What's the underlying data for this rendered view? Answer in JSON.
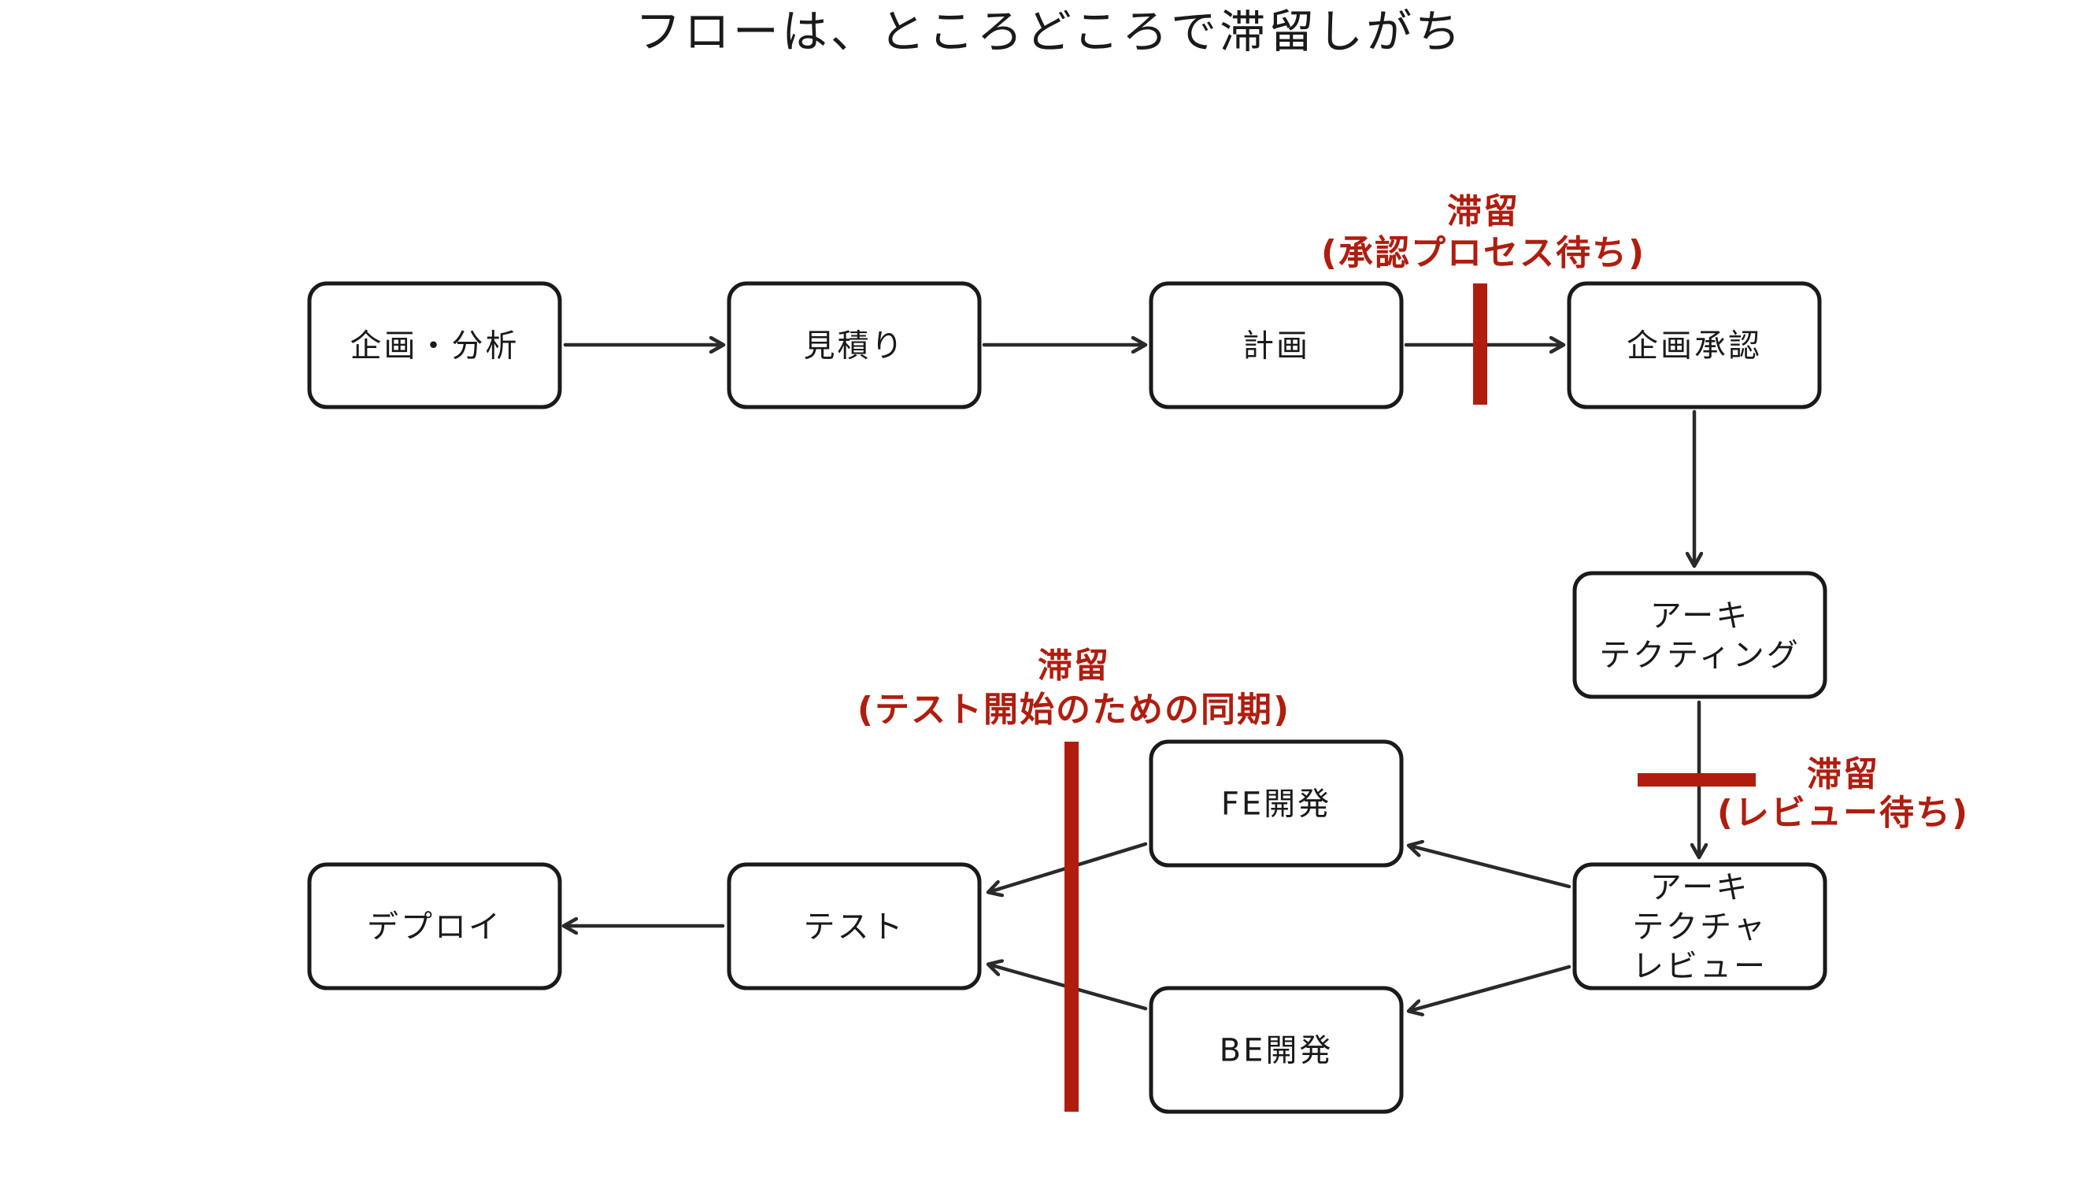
{
  "title": "フローは、ところどころで滞留しがち",
  "nodes": [
    {
      "id": "plan-analysis",
      "lines": [
        "企画・分析"
      ]
    },
    {
      "id": "estimate",
      "lines": [
        "見積り"
      ]
    },
    {
      "id": "planning",
      "lines": [
        "計画"
      ]
    },
    {
      "id": "plan-approval",
      "lines": [
        "企画承認"
      ]
    },
    {
      "id": "architecting",
      "lines": [
        "アーキ",
        "テクティング"
      ]
    },
    {
      "id": "architecture-review",
      "lines": [
        "アーキ",
        "テクチャ",
        "レビュー"
      ]
    },
    {
      "id": "fe-dev",
      "lines": [
        "FE開発"
      ]
    },
    {
      "id": "be-dev",
      "lines": [
        "BE開発"
      ]
    },
    {
      "id": "test",
      "lines": [
        "テスト"
      ]
    },
    {
      "id": "deploy",
      "lines": [
        "デプロイ"
      ]
    }
  ],
  "edges": [
    {
      "from": "plan-analysis",
      "to": "estimate"
    },
    {
      "from": "estimate",
      "to": "planning"
    },
    {
      "from": "planning",
      "to": "plan-approval"
    },
    {
      "from": "plan-approval",
      "to": "architecting"
    },
    {
      "from": "architecting",
      "to": "architecture-review"
    },
    {
      "from": "architecture-review",
      "to": "fe-dev"
    },
    {
      "from": "architecture-review",
      "to": "be-dev"
    },
    {
      "from": "fe-dev",
      "to": "test"
    },
    {
      "from": "be-dev",
      "to": "test"
    },
    {
      "from": "test",
      "to": "deploy"
    }
  ],
  "stagnations": [
    {
      "id": "approval-wait",
      "label": "滞留",
      "reason": "(承認プロセス待ち)"
    },
    {
      "id": "review-wait",
      "label": "滞留",
      "reason": "(レビュー待ち)"
    },
    {
      "id": "test-sync",
      "label": "滞留",
      "reason": "(テスト開始のための同期)"
    }
  ],
  "colors": {
    "stagnation": "#b01d0f",
    "ink": "#1a1a1a"
  }
}
